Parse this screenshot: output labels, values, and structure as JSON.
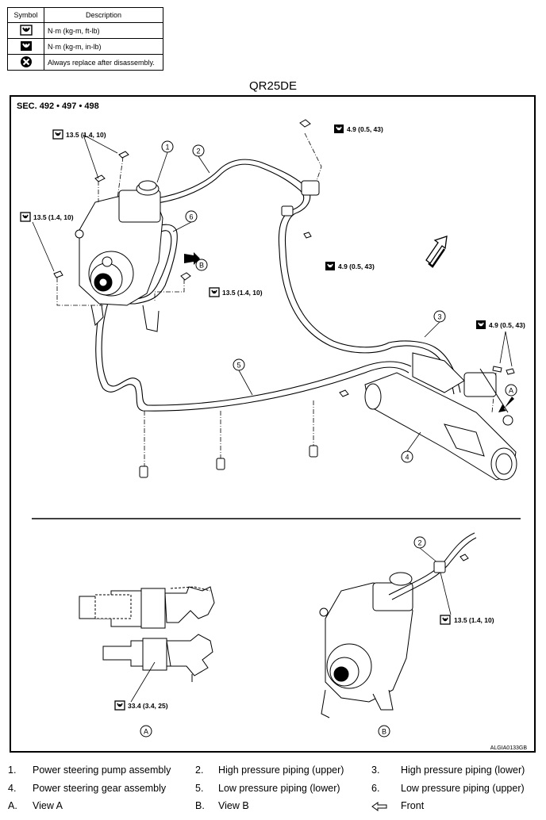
{
  "legend": {
    "header_symbol": "Symbol",
    "header_description": "Description",
    "rows": [
      {
        "icon": "torque-ftlb-icon",
        "description": "N·m (kg-m, ft-lb)"
      },
      {
        "icon": "torque-inlb-icon",
        "description": "N·m (kg-m, in-lb)"
      },
      {
        "icon": "replace-icon",
        "description": "Always replace after disassembly."
      }
    ]
  },
  "title": "QR25DE",
  "diagram": {
    "section": "SEC. 492 • 497 • 498",
    "torque_labels": {
      "t1": "13.5 (1.4, 10)",
      "t2": "13.5 (1.4, 10)",
      "t3": "13.5 (1.4, 10)",
      "t4": "4.9 (0.5, 43)",
      "t5": "4.9 (0.5, 43)",
      "t6": "4.9 (0.5, 43)",
      "t7": "13.5 (1.4, 10)",
      "t8": "33.4 (3.4, 25)"
    },
    "callouts": {
      "c1": "1",
      "c2": "2",
      "c3": "3",
      "c4": "4",
      "c5": "5",
      "c6": "6",
      "cA": "A",
      "cB": "B",
      "cA2": "A",
      "cB2": "B",
      "c2b": "2"
    },
    "code": "ALGIA0133GB"
  },
  "parts": [
    [
      {
        "num": "1.",
        "label": "Power steering pump assembly"
      },
      {
        "num": "2.",
        "label": "High pressure piping (upper)"
      },
      {
        "num": "3.",
        "label": "High pressure piping (lower)"
      }
    ],
    [
      {
        "num": "4.",
        "label": "Power steering gear assembly"
      },
      {
        "num": "5.",
        "label": "Low pressure piping (lower)"
      },
      {
        "num": "6.",
        "label": "Low pressure piping (upper)"
      }
    ],
    [
      {
        "num": "A.",
        "label": "View A"
      },
      {
        "num": "B.",
        "label": "View B"
      },
      {
        "num": "front-arrow-icon",
        "label": "Front"
      }
    ]
  ]
}
